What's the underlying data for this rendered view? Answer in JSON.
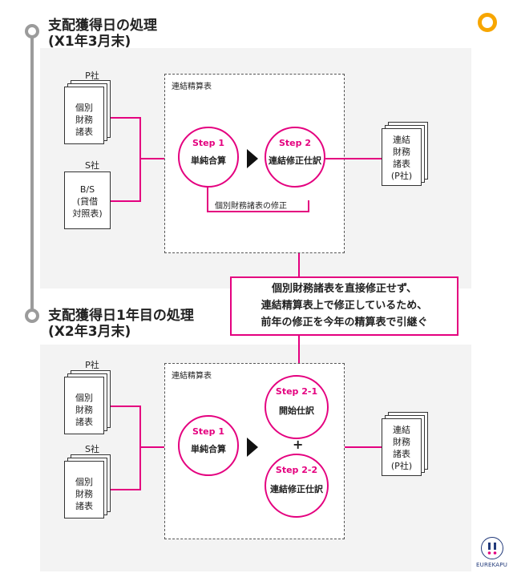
{
  "section1": {
    "heading_line1": "支配獲得日の処理",
    "heading_line2": "(X1年3月末)",
    "p_label": "P社",
    "p_doc": "個別\n財務\n諸表",
    "s_label": "S社",
    "s_doc": "B/S\n(貸借\n対照表)",
    "box_title": "連結精算表",
    "step1_label": "Step 1",
    "step1_text": "単純合算",
    "step2_label": "Step 2",
    "step2_text": "連結修正仕訳",
    "modification_label": "個別財務諸表の修正",
    "output_doc": "連結\n財務\n諸表\n(P社)"
  },
  "callout": {
    "line1": "個別財務諸表を直接修正せず、",
    "line2": "連結精算表上で修正しているため、",
    "line3": "前年の修正を今年の精算表で引継ぐ"
  },
  "section2": {
    "heading_line1": "支配獲得日1年目の処理",
    "heading_line2": "(X2年3月末)",
    "p_label": "P社",
    "p_doc": "個別\n財務\n諸表",
    "s_label": "S社",
    "s_doc": "個別\n財務\n諸表",
    "box_title": "連結精算表",
    "step1_label": "Step 1",
    "step1_text": "単純合算",
    "step21_label": "Step 2-1",
    "step21_text": "開始仕訳",
    "plus": "+",
    "step22_label": "Step 2-2",
    "step22_text": "連結修正仕訳",
    "output_doc": "連結\n財務\n諸表\n(P社)"
  },
  "logo_text": "EUREKAPU",
  "colors": {
    "accent": "#e4007f",
    "timeline": "#9b9b9b",
    "panel": "#f3f3f3",
    "badge": "#f7a600"
  }
}
